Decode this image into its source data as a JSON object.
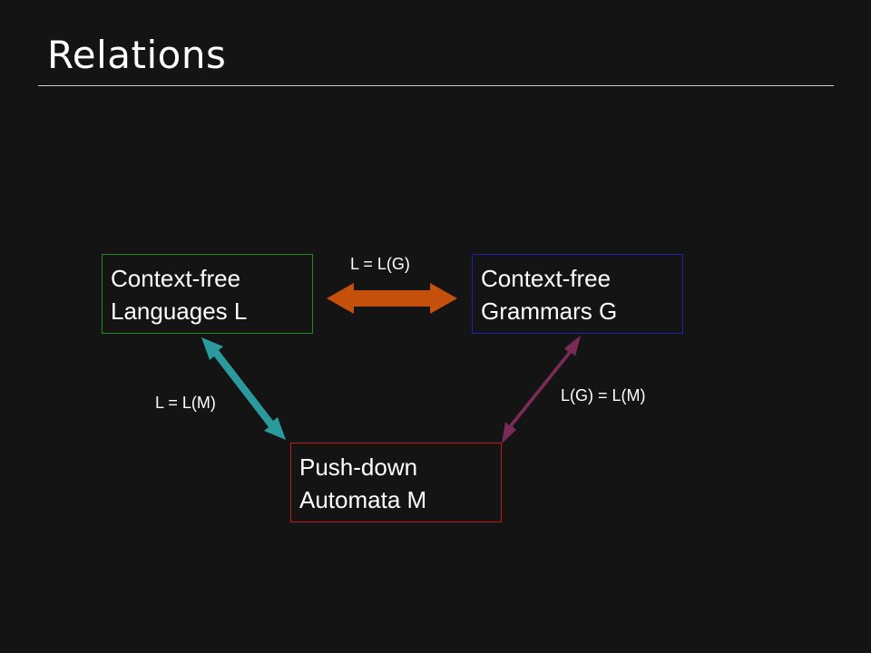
{
  "slide": {
    "title": "Relations"
  },
  "nodes": {
    "languages": {
      "line1": "Context-free",
      "line2": "Languages L",
      "border_color": "#1f8a1f"
    },
    "grammars": {
      "line1": "Context-free",
      "line2": "Grammars G",
      "border_color": "#1f1fb0"
    },
    "automata": {
      "line1": "Push-down",
      "line2": "Automata M",
      "border_color": "#c01a1a"
    }
  },
  "edges": {
    "languages_grammars": {
      "label": "L = L(G)",
      "color": "#c4500c"
    },
    "languages_automata": {
      "label": "L = L(M)",
      "color": "#2a9a9c"
    },
    "grammars_automata": {
      "label": "L(G) = L(M)",
      "color": "#7a2b55"
    }
  }
}
